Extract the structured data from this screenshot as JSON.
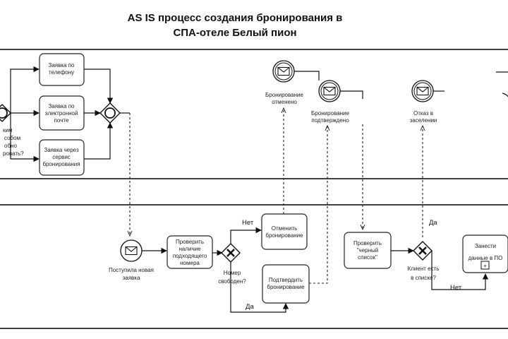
{
  "title_line1": "AS IS процесс создания бронирования в",
  "title_line2": "СПА-отеле Белый пион",
  "client_lane": {
    "gateway_label_lines": [
      "ким",
      "собом",
      "обно",
      "ровать?"
    ],
    "phone_task_lines": [
      "Заявка по",
      "телефону"
    ],
    "email_task_lines": [
      "Заявка по",
      "электронной",
      "почте"
    ],
    "service_task_lines": [
      "Заявка через",
      "сервис",
      "бронирования"
    ],
    "event_cancelled_lines": [
      "Бронирование",
      "отменено"
    ],
    "event_confirmed_lines": [
      "Бронирование",
      "подтверждено"
    ],
    "event_refused_lines": [
      "Отказ в",
      "заселении"
    ]
  },
  "hotel_lane": {
    "start_event_lines": [
      "Поступила новая",
      "заявка"
    ],
    "check_task_lines": [
      "Проверить",
      "наличие",
      "подходящего",
      "номера"
    ],
    "room_gateway_lines": [
      "Номер",
      "свободен?"
    ],
    "cancel_task_lines": [
      "Отменить",
      "бронирование"
    ],
    "confirm_task_lines": [
      "Подтвердить",
      "бронирование"
    ],
    "blacklist_task_lines": [
      "Проверить",
      "\"черный",
      "список\""
    ],
    "client_gateway_lines": [
      "Клиент есть",
      "в списке?"
    ],
    "enter_task_lines": [
      "Занести",
      "данные в ПО"
    ],
    "subprocess_marker": "+"
  },
  "edge_labels": {
    "no_top": "Нет",
    "yes_bottom": "Да",
    "yes_right": "Да",
    "no_right": "Нет"
  },
  "colors": {
    "line": "#111111",
    "background": "#ffffff",
    "shape_fill": "#ffffff"
  }
}
